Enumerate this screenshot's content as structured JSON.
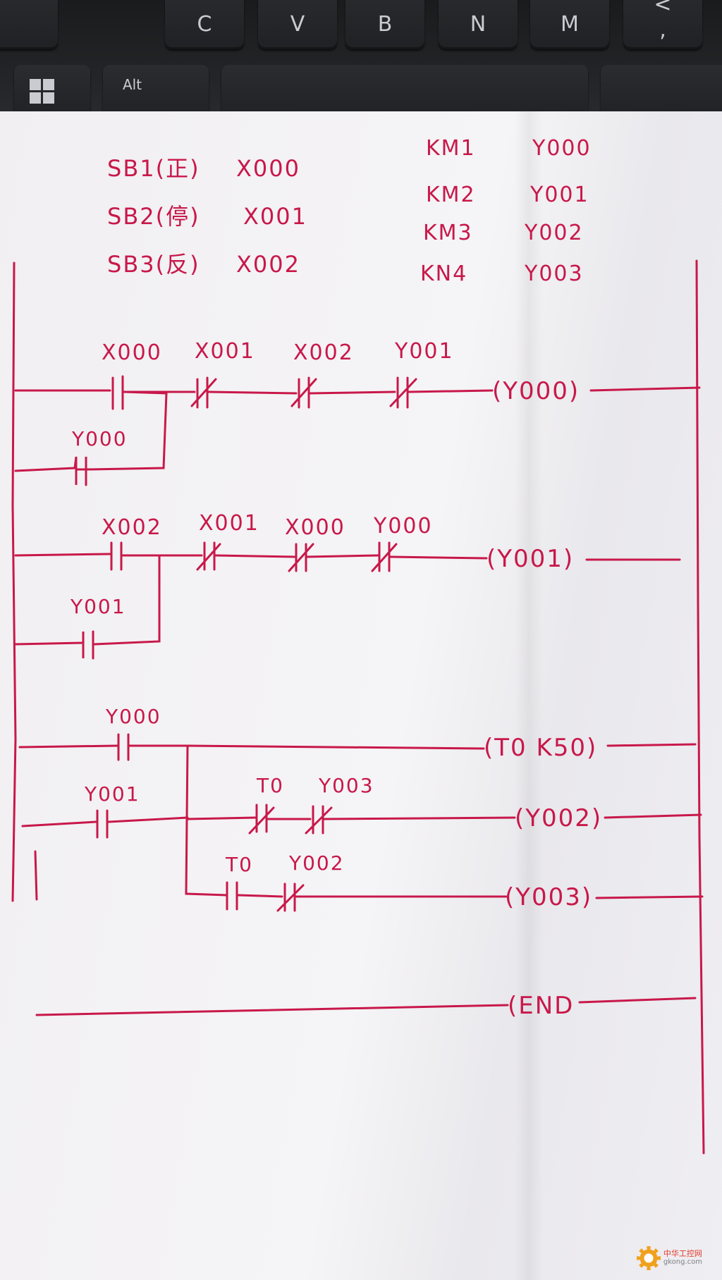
{
  "keyboard": {
    "keys": [
      "C",
      "V",
      "B",
      "N",
      "M",
      "<"
    ],
    "key_sub": ",",
    "alt_label": "Alt"
  },
  "io_table": {
    "inputs": [
      {
        "button": "SB1(正)",
        "address": "X000"
      },
      {
        "button": "SB2(停)",
        "address": "X001"
      },
      {
        "button": "SB3(反)",
        "address": "X002"
      }
    ],
    "outputs": [
      {
        "contactor": "KM1",
        "address": "Y000"
      },
      {
        "contactor": "KM2",
        "address": "Y001"
      },
      {
        "contactor": "KM3",
        "address": "Y002"
      },
      {
        "contactor": "KN4",
        "address": "Y003"
      }
    ]
  },
  "ladder": {
    "rung1": {
      "contacts": [
        "X000",
        "X001",
        "X002",
        "Y001"
      ],
      "branch": "Y000",
      "coil": "(Y000)"
    },
    "rung2": {
      "contacts": [
        "X002",
        "X001",
        "X000",
        "Y000"
      ],
      "branch": "Y001",
      "coil": "(Y001)"
    },
    "rung3": {
      "contact": "Y000",
      "branch_contact": "Y001",
      "timer_coil": "(T0  K50)",
      "line_y002": {
        "contacts": [
          "T0",
          "Y003"
        ],
        "coil": "(Y002)"
      },
      "line_y003": {
        "contacts": [
          "T0",
          "Y002"
        ],
        "coil": "(Y003)"
      }
    },
    "end": "(END"
  },
  "watermark": {
    "cn": "中华工控网",
    "en": "gkong.com"
  },
  "colors": {
    "ink": "#c8184a",
    "paper": "#f3f2f4",
    "keyboard": "#1c1d1f"
  }
}
